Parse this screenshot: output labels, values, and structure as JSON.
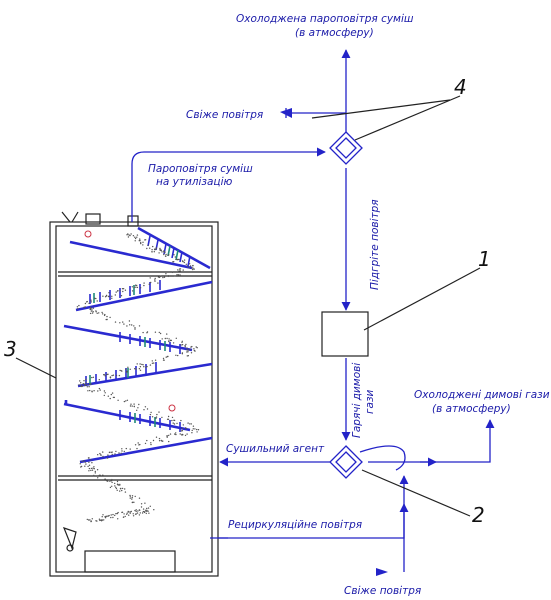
{
  "labels": {
    "exhaust_vapor_line1": "Охолоджена пароповітря суміш",
    "exhaust_vapor_line2": "(в атмосферу)",
    "fresh_air_top": "Свіже повітря",
    "vapor_util_line1": "Пароповітря суміш",
    "vapor_util_line2": "на утилізацію",
    "heated_air": "Підгріте повітря",
    "hot_flue_line1": "Гарячі димові",
    "hot_flue_line2": "гази",
    "cooled_flue_line1": "Охолоджені димові гази",
    "cooled_flue_line2": "(в атмосферу)",
    "drying_agent": "Сушильний агент",
    "recirc_air": "Рециркуляційне повітря",
    "fresh_air_bottom": "Свіже повітря"
  },
  "callouts": {
    "furnace": "1",
    "heat_exchanger_bottom": "2",
    "dryer": "3",
    "heat_exchanger_top": "4"
  },
  "colors": {
    "flow_lines": "#2323c8",
    "outline": "#222222",
    "product_dots": "#555555",
    "stirrer_blue": "#2a2ad0",
    "stirrer_green": "#1f8a7a",
    "stirrer_red": "#cc3344"
  }
}
